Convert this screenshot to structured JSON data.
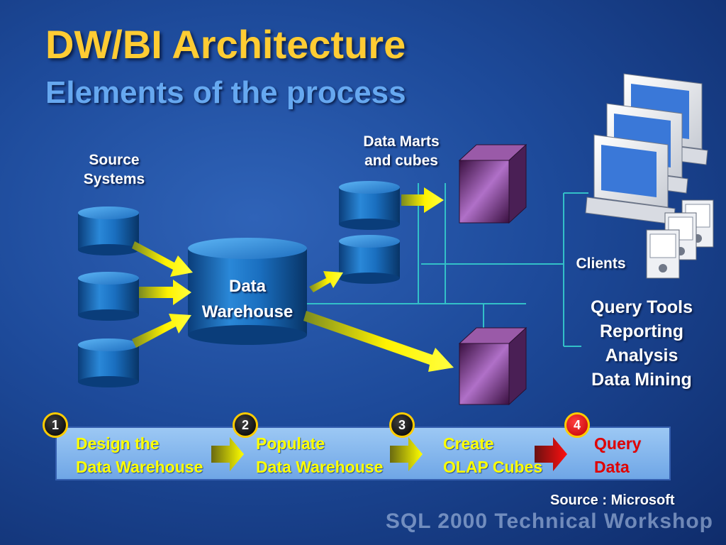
{
  "slide": {
    "title": "DW/BI Architecture",
    "subtitle": "Elements of the process"
  },
  "diagram": {
    "source_systems_label": [
      "Source",
      "Systems"
    ],
    "warehouse_label": [
      "Data",
      "Warehouse"
    ],
    "data_marts_label": [
      "Data Marts",
      "and cubes"
    ],
    "clients_label": "Clients",
    "client_tools": [
      "Query Tools",
      "Reporting",
      "Analysis",
      "Data Mining"
    ]
  },
  "process": {
    "steps": [
      {
        "number": "1",
        "lines": [
          "Design the",
          "Data Warehouse"
        ],
        "highlight": false
      },
      {
        "number": "2",
        "lines": [
          "Populate",
          "Data Warehouse"
        ],
        "highlight": false
      },
      {
        "number": "3",
        "lines": [
          "Create",
          "OLAP Cubes"
        ],
        "highlight": false
      },
      {
        "number": "4",
        "lines": [
          "Query",
          "Data"
        ],
        "highlight": true
      }
    ]
  },
  "footer": {
    "source": "Source : Microsoft",
    "watermark": "SQL 2000 Technical Workshop"
  },
  "colors": {
    "title": "#ffcc33",
    "subtitle": "#66a8f0",
    "cylinder": "#1a6fc0",
    "arrow": "#ffee00",
    "cube": "#7a3a8a",
    "connector": "#33c0c8",
    "highlight_step": "#e00000"
  }
}
